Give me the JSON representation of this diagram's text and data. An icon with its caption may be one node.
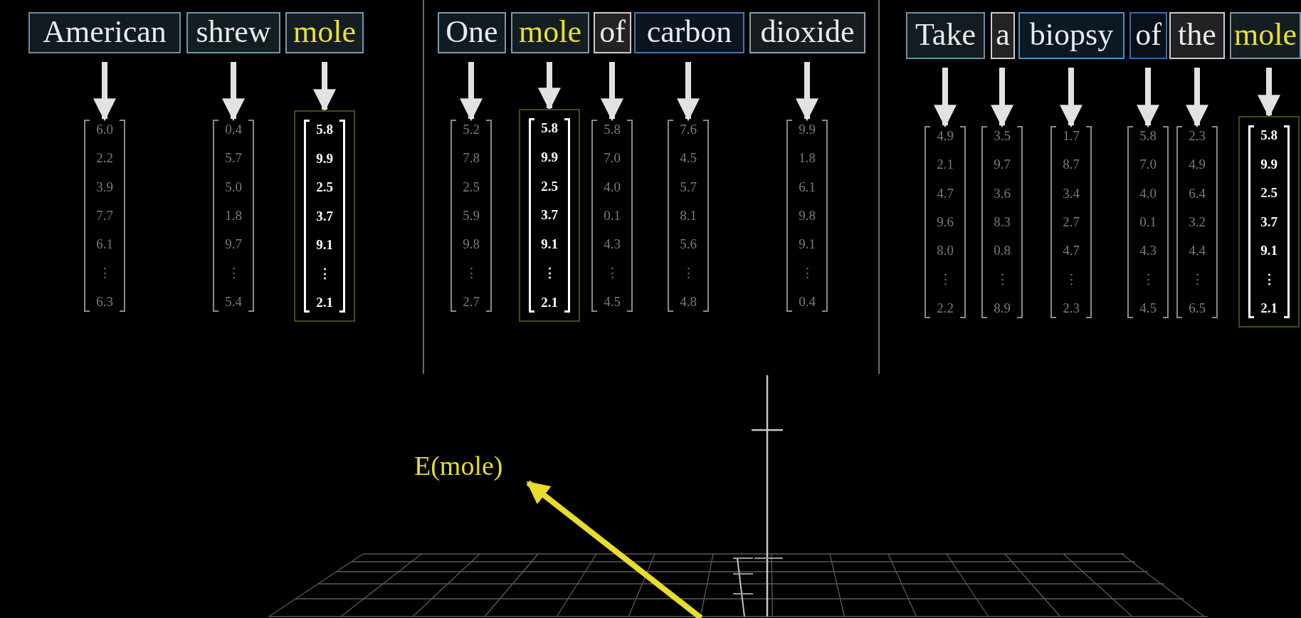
{
  "diagram": {
    "nodes": [
      {
        "text": [
          "American"
        ]
      },
      {
        "text": [
          "shrew"
        ]
      },
      {
        "text": [
          "mole"
        ]
      },
      {
        "text": [
          "6.0",
          "2.2",
          "3.9",
          "7.7",
          "6.1",
          "⋮",
          "6.3"
        ]
      },
      {
        "text": [
          "0.4",
          "5.7",
          "5.0",
          "1.8",
          "9.7",
          "⋮",
          "5.4"
        ]
      },
      {
        "text": [
          "5.8",
          "9.9",
          "2.5",
          "3.7",
          "9.1",
          "⋮",
          "2.1"
        ]
      },
      {
        "text": [
          "One"
        ]
      },
      {
        "text": [
          "mole"
        ]
      },
      {
        "text": [
          "of"
        ]
      },
      {
        "text": [
          "carbon"
        ]
      },
      {
        "text": [
          "dioxide"
        ]
      },
      {
        "text": [
          "5.2",
          "7.8",
          "2.5",
          "5.9",
          "9.8",
          "⋮",
          "2.7"
        ]
      },
      {
        "text": [
          "5.8",
          "9.9",
          "2.5",
          "3.7",
          "9.1",
          "⋮",
          "2.1"
        ]
      },
      {
        "text": [
          "5.8",
          "7.0",
          "4.0",
          "0.1",
          "4.3",
          "⋮",
          "4.5"
        ]
      },
      {
        "text": [
          "7.6",
          "4.5",
          "5.7",
          "8.1",
          "5.6",
          "⋮",
          "4.8"
        ]
      },
      {
        "text": [
          "9.9",
          "1.8",
          "6.1",
          "9.8",
          "9.1",
          "⋮",
          "0.4"
        ]
      },
      {
        "text": [
          "Take"
        ]
      },
      {
        "text": [
          "a"
        ]
      },
      {
        "text": [
          "biopsy"
        ]
      },
      {
        "text": [
          "of"
        ]
      },
      {
        "text": [
          "the"
        ]
      },
      {
        "text": [
          "mole"
        ]
      },
      {
        "text": [
          "4.9",
          "2.1",
          "4.7",
          "9.6",
          "8.0",
          "⋮",
          "2.2"
        ]
      },
      {
        "text": [
          "3.5",
          "9.7",
          "3.6",
          "8.3",
          "0.8",
          "⋮",
          "8.9"
        ]
      },
      {
        "text": [
          "1.7",
          "8.7",
          "3.4",
          "2.7",
          "4.7",
          "⋮",
          "2.3"
        ]
      },
      {
        "text": [
          "5.8",
          "7.0",
          "4.0",
          "0.1",
          "4.3",
          "⋮",
          "4.5"
        ]
      },
      {
        "text": [
          "2.3",
          "4.9",
          "6.4",
          "3.2",
          "4.4",
          "⋮",
          "6.5"
        ]
      },
      {
        "text": [
          "5.8",
          "9.9",
          "2.5",
          "3.7",
          "9.1",
          "⋮",
          "2.1"
        ]
      },
      {
        "text": [
          "E(mole)"
        ]
      }
    ],
    "edges": [
      {
        "from": 0,
        "to": 3,
        "arrow": "to"
      },
      {
        "from": 1,
        "to": 4,
        "arrow": "to"
      },
      {
        "from": 2,
        "to": 5,
        "arrow": "to"
      },
      {
        "from": 6,
        "to": 11,
        "arrow": "to"
      },
      {
        "from": 7,
        "to": 12,
        "arrow": "to"
      },
      {
        "from": 8,
        "to": 13,
        "arrow": "to"
      },
      {
        "from": 9,
        "to": 14,
        "arrow": "to"
      },
      {
        "from": 10,
        "to": 15,
        "arrow": "to"
      },
      {
        "from": 16,
        "to": 22,
        "arrow": "to"
      },
      {
        "from": 17,
        "to": 23,
        "arrow": "to"
      },
      {
        "from": 18,
        "to": 24,
        "arrow": "to"
      },
      {
        "from": 19,
        "to": 25,
        "arrow": "to"
      },
      {
        "from": 20,
        "to": 26,
        "arrow": "to"
      },
      {
        "from": 21,
        "to": 27,
        "arrow": "to"
      },
      {
        "from": null,
        "to": 28,
        "arrow": "to",
        "color": "#e8dc2c"
      }
    ]
  }
}
